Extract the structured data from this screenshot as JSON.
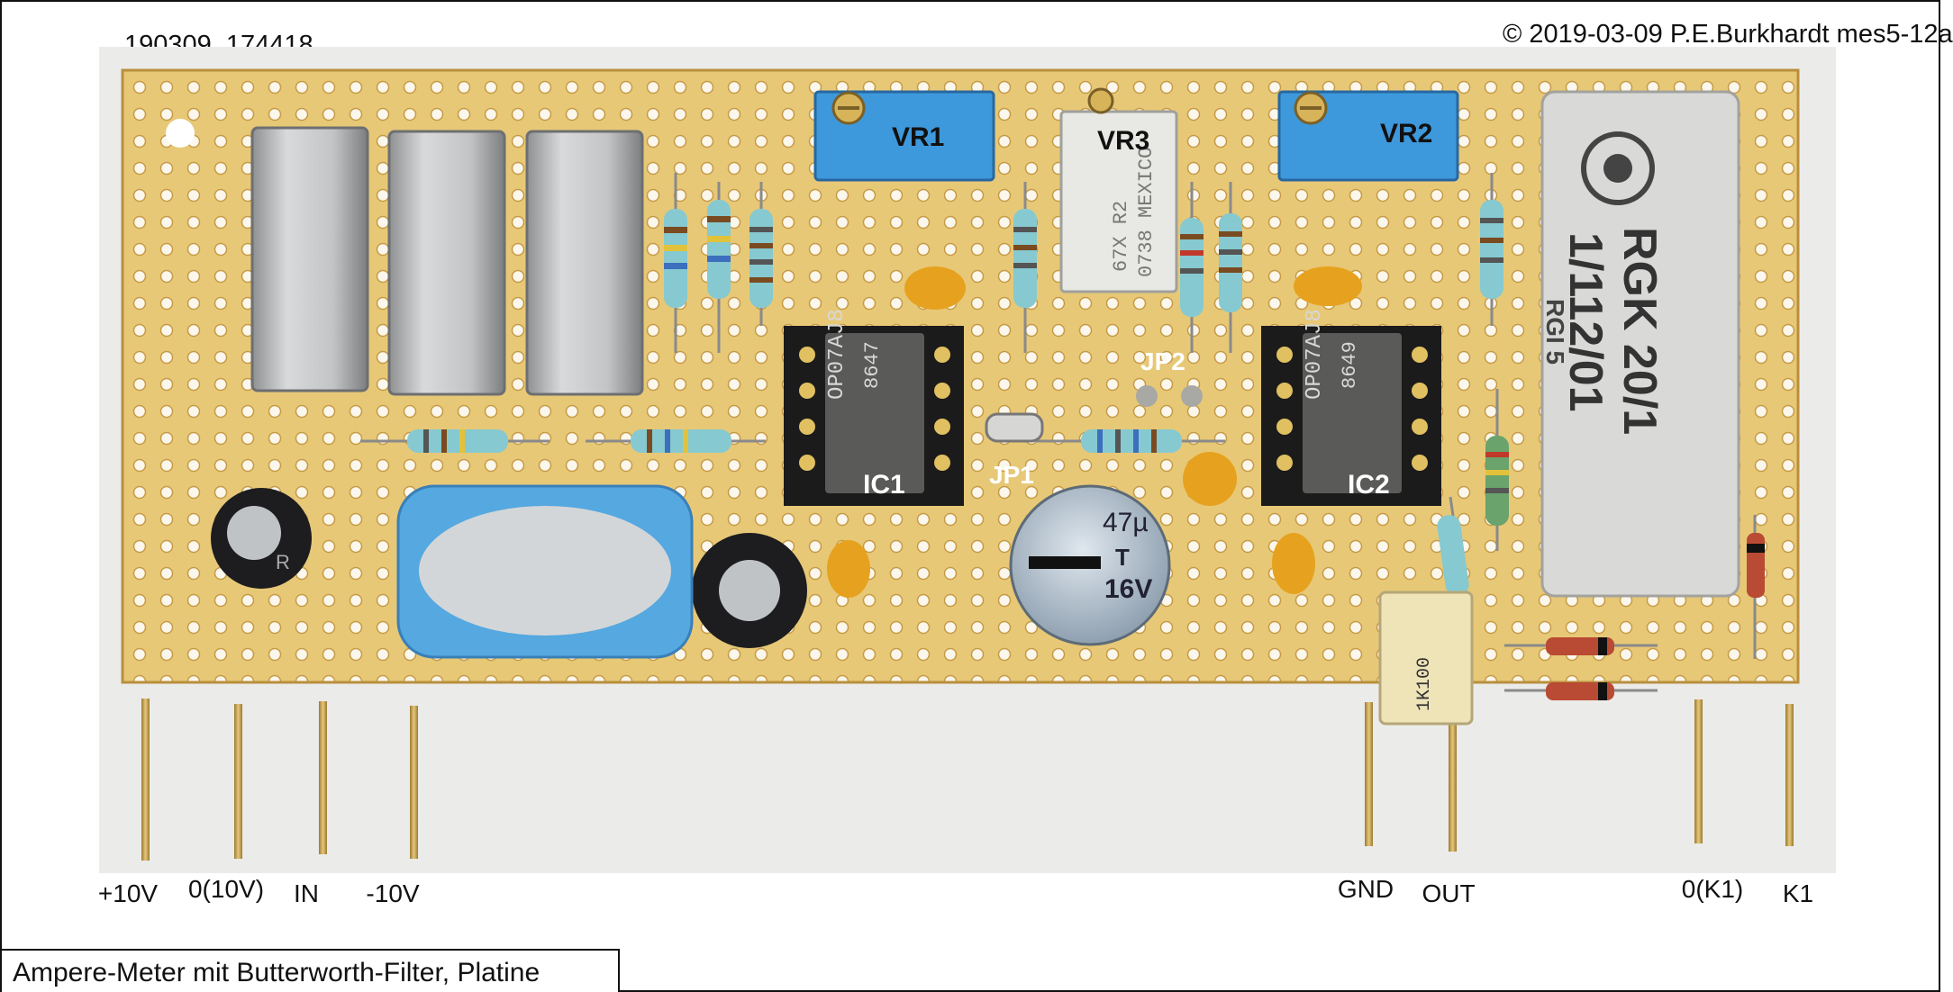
{
  "header": {
    "image_id_text": "190309_174418",
    "copyright_text": "© 2019-03-09 P.E.Burkhardt mes5-12a"
  },
  "board_labels": {
    "vr1": "VR1",
    "vr2": "VR2",
    "vr3": "VR3",
    "ic1": "IC1",
    "ic2": "IC2",
    "jp1": "JP1",
    "jp2": "JP2"
  },
  "component_markings": {
    "ic1_chip": "OP07AJ8",
    "ic1_date": "8647",
    "ic2_chip": "OP07AJ8",
    "ic2_date": "8649",
    "vr3_line1": "67X R2",
    "vr3_line2": "0738 MEXICO",
    "cap_value": "47µ",
    "cap_type": "T",
    "cap_voltage": "16V",
    "shunt_line1": "RGK 20/1",
    "shunt_line2": "1/112/01",
    "shunt_brand": "RGI 5",
    "film_cap": "1K100",
    "elko_mark": "R"
  },
  "pins": [
    {
      "label": "+10V"
    },
    {
      "label": "0(10V)"
    },
    {
      "label": "IN"
    },
    {
      "label": "-10V"
    },
    {
      "label": "GND"
    },
    {
      "label": "OUT"
    },
    {
      "label": "0(K1)"
    },
    {
      "label": "K1"
    }
  ],
  "caption": "Ampere-Meter mit Butterworth-Filter, Platine",
  "colors": {
    "board": "#e7c877",
    "hole": "#ffffff",
    "trimmer_blue": "#3e98dc",
    "relay_silver": "#c7c9cb",
    "cap_orange": "#e6a21e",
    "film_cap_blue": "#55a8e0",
    "shunt_grey": "#d9d9d7",
    "ic_black": "#2e2e2e",
    "pin_gold": "#c9a24d"
  }
}
